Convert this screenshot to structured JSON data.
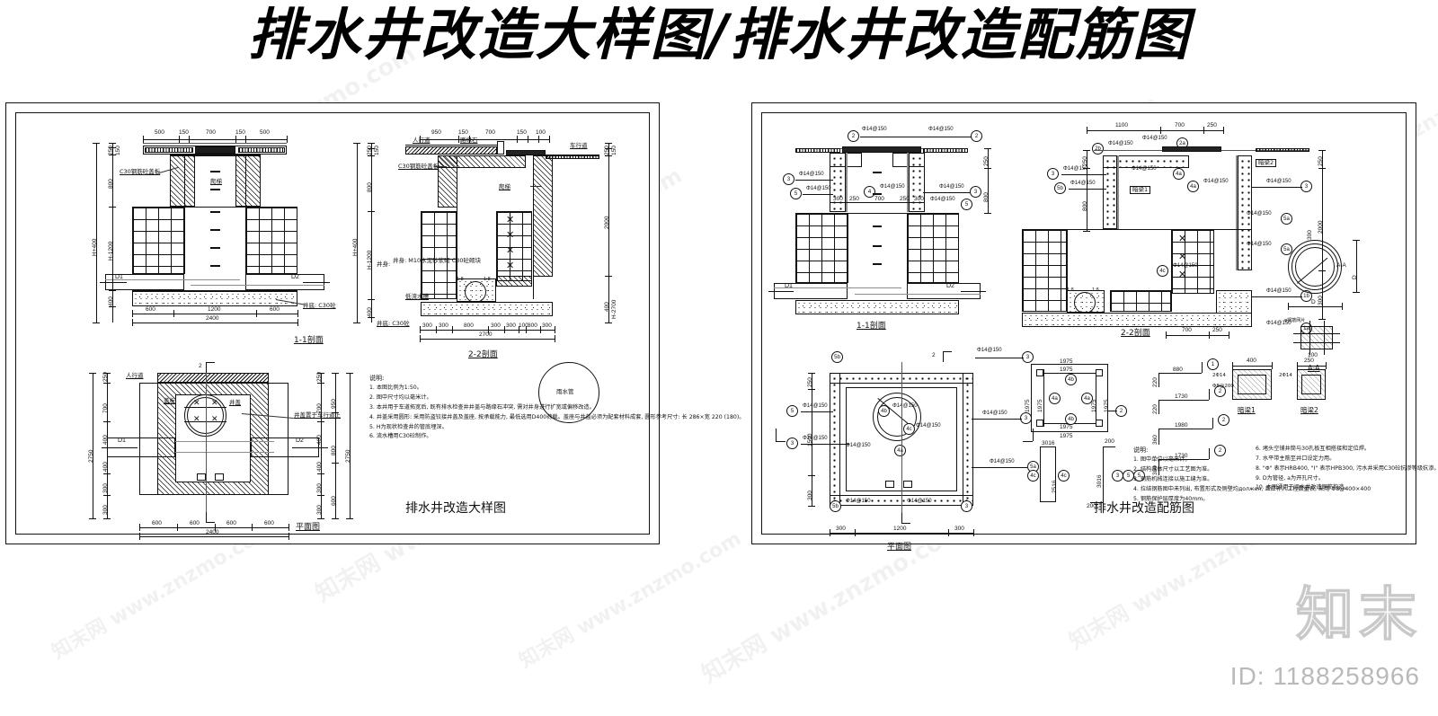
{
  "sheet": {
    "main_title": "排水井改造大样图/排水井改造配筋图",
    "left_caption": "排水井改造大样图",
    "right_caption": "排水井改造配筋图"
  },
  "watermark": {
    "logo": "知末",
    "id_text": "ID: 1188258966",
    "tile_text": "知末网 www.znzmo.com"
  },
  "left_drawing": {
    "views": {
      "section_1_1": "1-1剖面",
      "section_2_2": "2-2剖面",
      "plan": "平面图"
    },
    "sec11": {
      "top_dims": [
        "500",
        "150",
        "700",
        "150",
        "500"
      ],
      "left_dims": [
        "250",
        "150",
        "800",
        "H-1200",
        "400"
      ],
      "total_left": "H+400",
      "bottom_dims": [
        "600",
        "1200",
        "600"
      ],
      "bottom_total": "2400",
      "labels": {
        "cover": "C30钢筋砼盖板",
        "ladder": "爬梯",
        "base": "井底: C30砼",
        "pipe_left": "D1",
        "pipe_right": "D2"
      }
    },
    "sec22": {
      "top_dims": [
        "950",
        "150",
        "700",
        "150",
        "100"
      ],
      "left_dims": [
        "250",
        "150",
        "800",
        "H-1200",
        "400"
      ],
      "left_total": "H+400",
      "right_dims": [
        "250",
        "150",
        "2000",
        "400",
        "H-2700"
      ],
      "bottom_dims": [
        "300",
        "300",
        "800",
        "300",
        "300",
        "100",
        "300",
        "300"
      ],
      "bottom_total": "2700",
      "labels": {
        "sidewalk": "人行道",
        "curb": "路缘石",
        "roadway": "车行道",
        "cover": "C30钢筋砼盖板",
        "ladder": "爬梯",
        "wall": "井身: M10水泥砂浆砌 C30砼砌块",
        "flow_channel": "低流水槽",
        "storm_pipe": "雨水管",
        "base": "井底: C30砼",
        "slope": "1:8"
      }
    },
    "plan": {
      "left_dims": [
        "250",
        "700",
        "400",
        "400",
        "300",
        "300"
      ],
      "left_total": "2750",
      "right_dims": [
        "250",
        "700",
        "400",
        "400",
        "300",
        "300"
      ],
      "right_total": "2750",
      "right_sub": [
        "950",
        "800",
        "600"
      ],
      "bottom_dims": [
        "600",
        "600",
        "600",
        "600"
      ],
      "bottom_total": "2400",
      "labels": {
        "sidewalk": "人行道",
        "cover_plate": "盖板",
        "well_cover": "井盖",
        "pipe_left": "D1",
        "pipe_right": "D2",
        "note": "井盖置于车行道上"
      }
    },
    "notes": {
      "heading": "说明:",
      "items": [
        "1. 本图比例为1:50。",
        "2. 图中尺寸均以毫米计。",
        "3. 本井用于车道拓宽后, 既有排水检查井井盖与路缘石冲突, 需对井身进行扩宽或偏移改造。",
        "4. 井盖采用圆形: 采用防盗铰接井盖及盖座, 按承载能力, 最低选用D400荷载。盖座与井盖必须为配套材料成套, 圆形参考尺寸: 长 286×宽 220 (180)。",
        "5. H为现状检查井的管底埋深。",
        "6. 流水槽用C30砼制作。"
      ]
    }
  },
  "right_drawing": {
    "views": {
      "section_1_1": "1-1剖面",
      "section_2_2": "2-2剖面",
      "plan": "平面图",
      "detail_aa": "A-A",
      "beam1": "暗梁1",
      "beam2": "暗梁2"
    },
    "rebar_spec": "Φ14@150",
    "sec11": {
      "inner_dims": [
        "300",
        "250",
        "700",
        "250",
        "300"
      ],
      "right_dims": [
        "250",
        "800"
      ],
      "tags": [
        "2",
        "2",
        "3",
        "3",
        "5",
        "5",
        "4"
      ],
      "pipe_left": "D1",
      "pipe_right": "D2"
    },
    "sec22": {
      "top_dims": [
        "1100",
        "700",
        "250"
      ],
      "left_dims": [
        "250",
        "800"
      ],
      "right_dims": [
        "250",
        "2000",
        "300"
      ],
      "bottom_dims": [
        "700",
        "250"
      ],
      "beam_labels": [
        "暗梁1",
        "暗梁2"
      ],
      "tags": [
        "2b",
        "2a",
        "3",
        "3",
        "5b",
        "5a",
        "4a",
        "4c",
        "1a",
        "1b"
      ],
      "slope": "1:8"
    },
    "plan": {
      "left_dims": [
        "250",
        "1500",
        "300"
      ],
      "bottom_dims": [
        "300",
        "1200",
        "300"
      ],
      "tags": [
        "3",
        "3",
        "3",
        "5",
        "5a",
        "5b",
        "4a",
        "4b",
        "4c"
      ]
    },
    "rebar_schedule": {
      "cage": {
        "dims": [
          "1975",
          "1975",
          "1975",
          "1975",
          "1975",
          "1975"
        ],
        "tags": [
          "4a",
          "4b",
          "4c",
          "2"
        ]
      },
      "bar_vert": {
        "dims": [
          "3016",
          "2516"
        ],
        "tags": [
          "4c",
          "4c"
        ]
      },
      "bar_hook": {
        "dims": [
          "200",
          "3016",
          "200"
        ],
        "tags": [
          "3",
          "5",
          "5"
        ]
      },
      "bars": [
        {
          "leg": "220",
          "len": "880",
          "tag": "1"
        },
        {
          "leg": "220",
          "len": "1730",
          "tag": "2"
        },
        {
          "leg": "360",
          "len": "1980",
          "tag": "2"
        },
        {
          "leg": "360",
          "len": "1730",
          "tag": "2"
        }
      ]
    },
    "beam1": {
      "dims": [
        "400",
        "250",
        "100"
      ],
      "label": "暗梁1",
      "rebar": "2Φ14",
      "stirrup": "Φ8@200"
    },
    "beam2": {
      "dims": [
        "250",
        "250"
      ],
      "label": "暗梁2",
      "rebar": "2Φ14",
      "stirrup": "Φ8@200"
    },
    "detail_aa": {
      "label": "A-A",
      "dims": [
        "D",
        "300",
        "100",
        "100",
        "100"
      ],
      "pipe_note": "φ钢筋网片"
    },
    "notes": {
      "heading": "说明:",
      "items_left": [
        "1. 图中单位以毫米计。",
        "2. 结构具体尺寸以工艺图为准。",
        "3. 钢筋机械连接以施工缝为准。",
        "4. 拉结钢筋图中未列出, 布置形式及侧壁均должен, 且应补入工程数量表, 采用 Φ8@400×400",
        "5. 钢筋保护层厚度为40mm。"
      ],
      "items_right": [
        "6. 堵头空铺井筒与30孔板互相搭接和定位焊。",
        "7. 水平带主筋至井口设定力用。",
        "8. \"Φ\" 表示HRB400, \"Ⅰ\" 表示HPB300, 污水井采用C30砼抗渗等级抗渗。",
        "9. D为管径, a为开孔尺寸。",
        "10. 本图通用于污水井改造钢筋构造。"
      ]
    }
  }
}
